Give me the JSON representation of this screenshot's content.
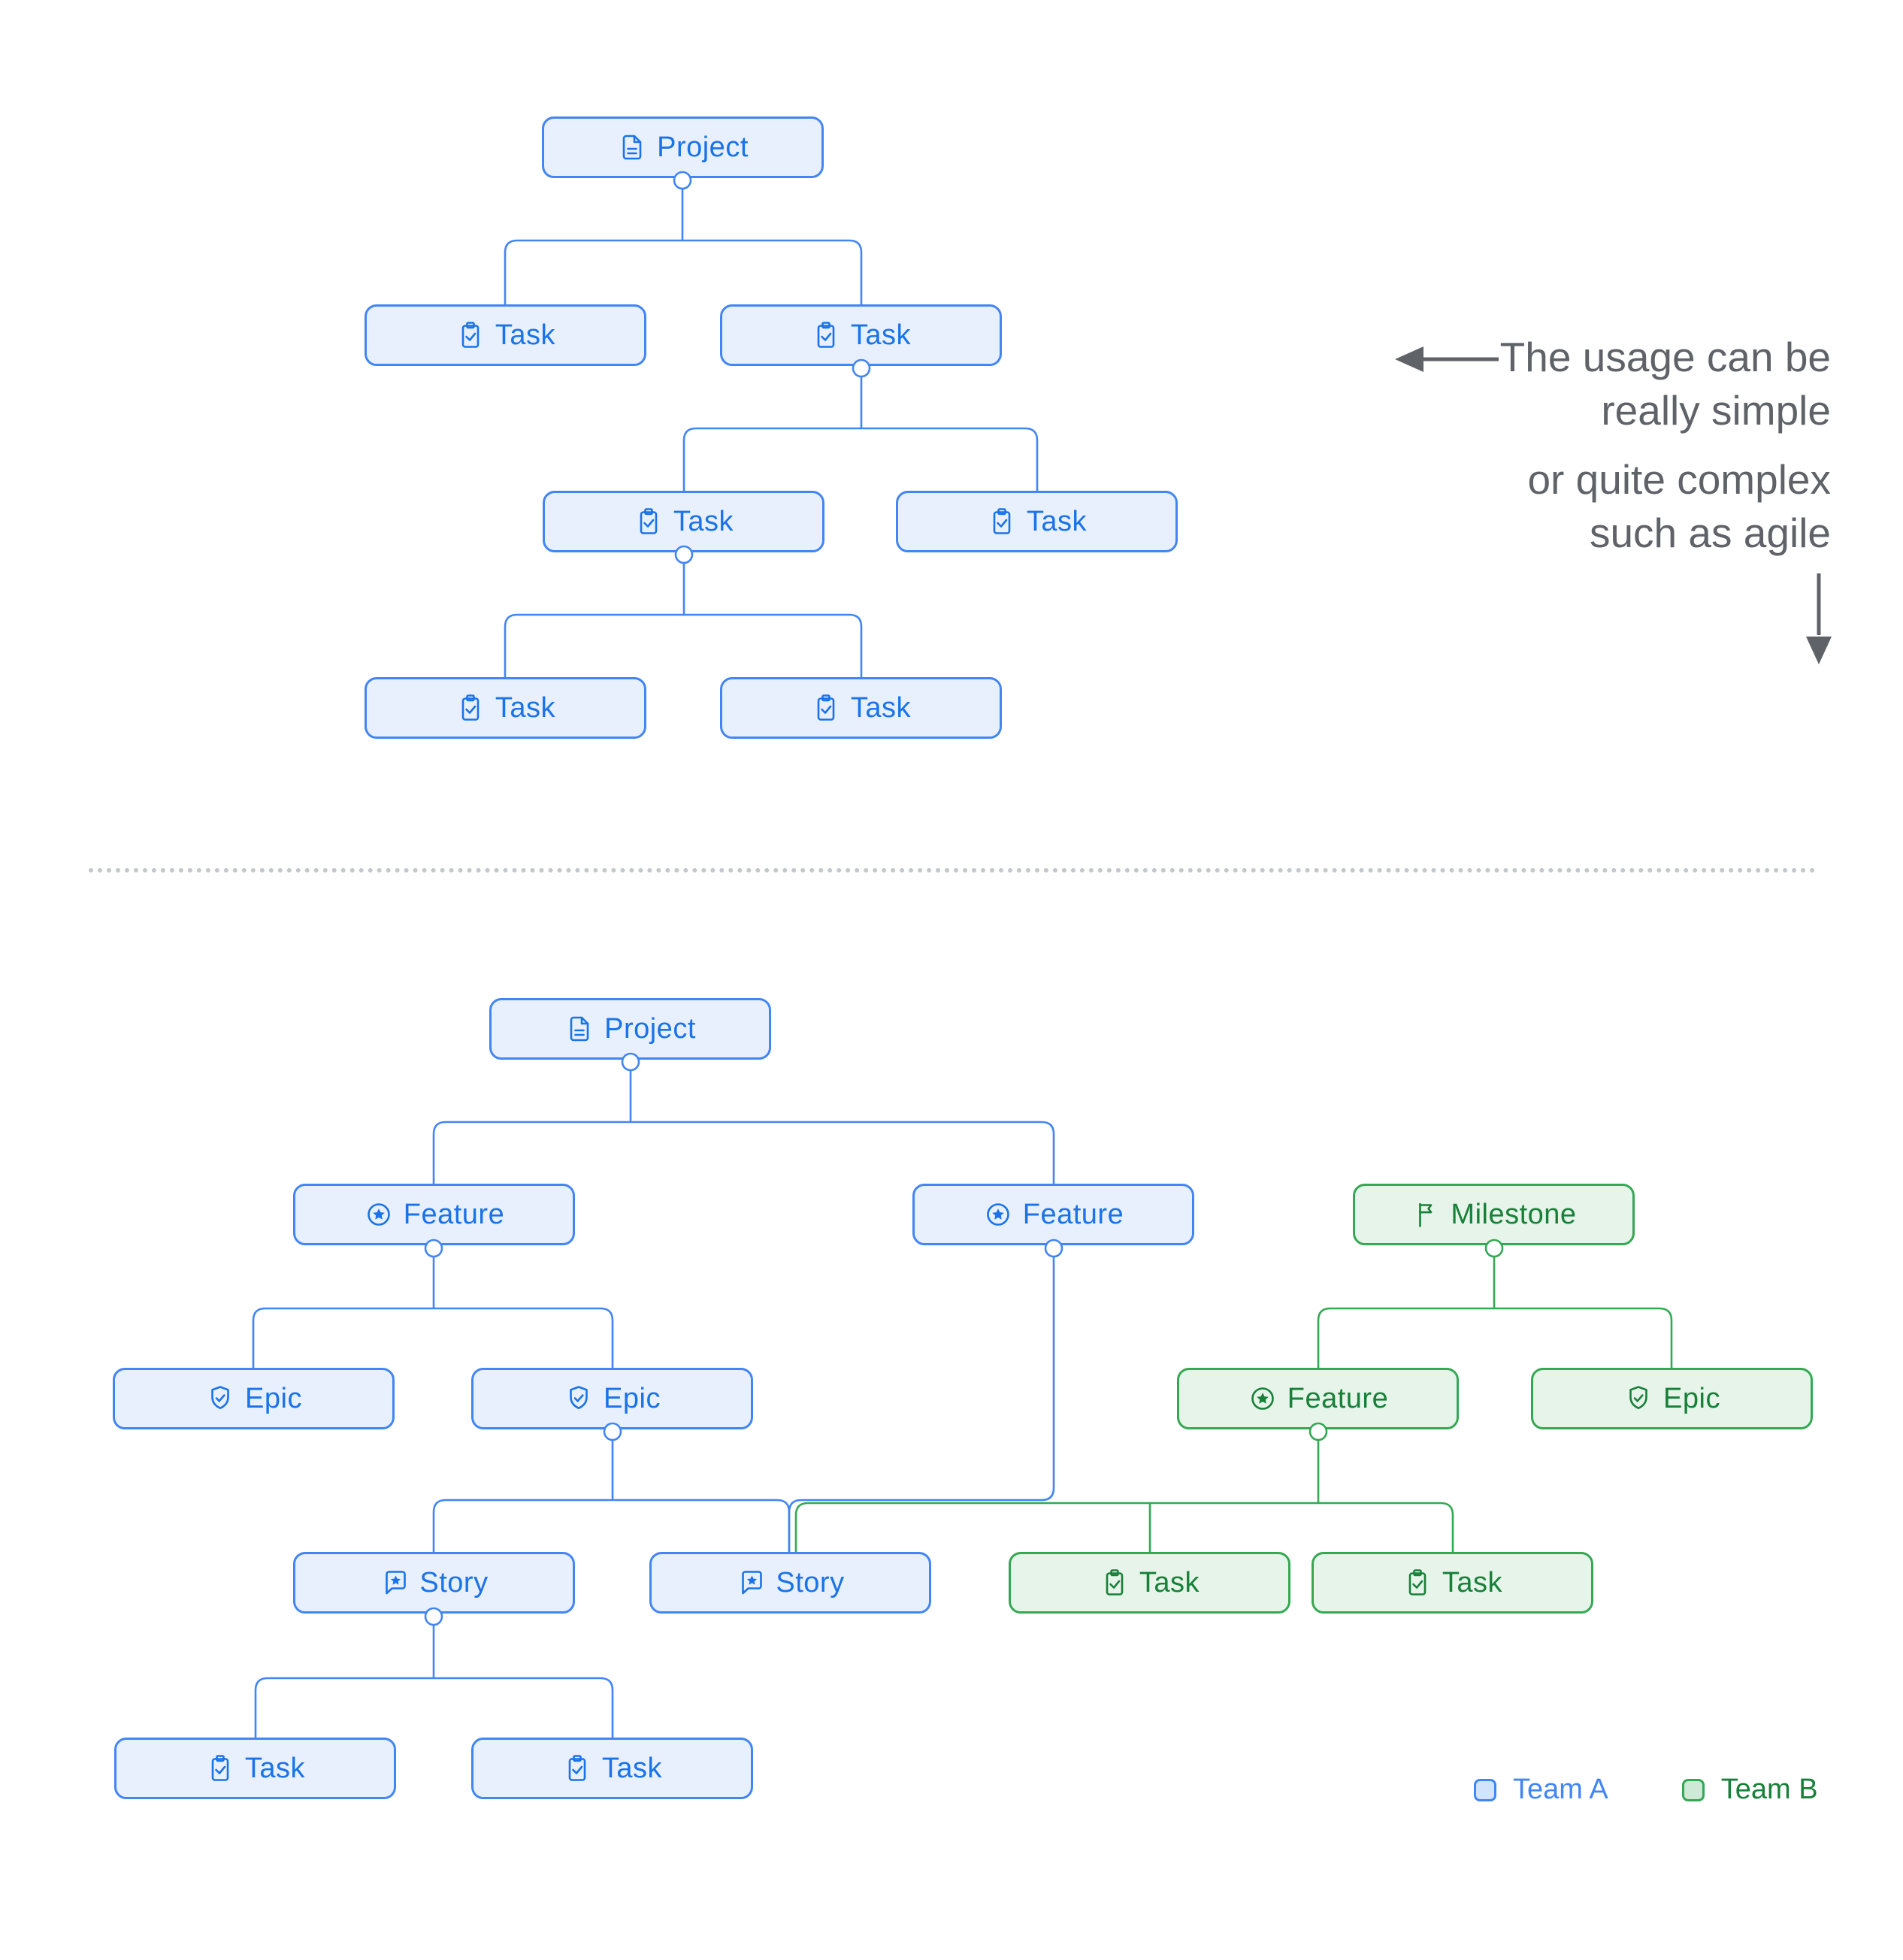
{
  "labels": {
    "project": "Project",
    "task": "Task",
    "feature": "Feature",
    "epic": "Epic",
    "story": "Story",
    "milestone": "Milestone"
  },
  "annotation": {
    "line1": "The usage can be",
    "line2": "really simple",
    "line3": "or quite complex",
    "line4": "such as agile"
  },
  "legend": {
    "team_a": "Team A",
    "team_b": "Team B"
  },
  "icons": {
    "project": "document-icon",
    "task": "clipboard-check-icon",
    "feature": "star-circle-icon",
    "epic": "shield-check-icon",
    "story": "comment-star-icon",
    "milestone": "flag-icon",
    "annotation_left": "arrow-left-icon",
    "annotation_down": "arrow-down-icon"
  },
  "colors": {
    "team_a_border": "#4285f4",
    "team_a_fill": "#e8f0fe",
    "team_a_text": "#1a73e8",
    "team_b_border": "#34a853",
    "team_b_fill": "#e6f4ea",
    "team_b_text": "#188038",
    "annotation_gray": "#5f6368",
    "divider_gray": "#c4c7c9"
  }
}
